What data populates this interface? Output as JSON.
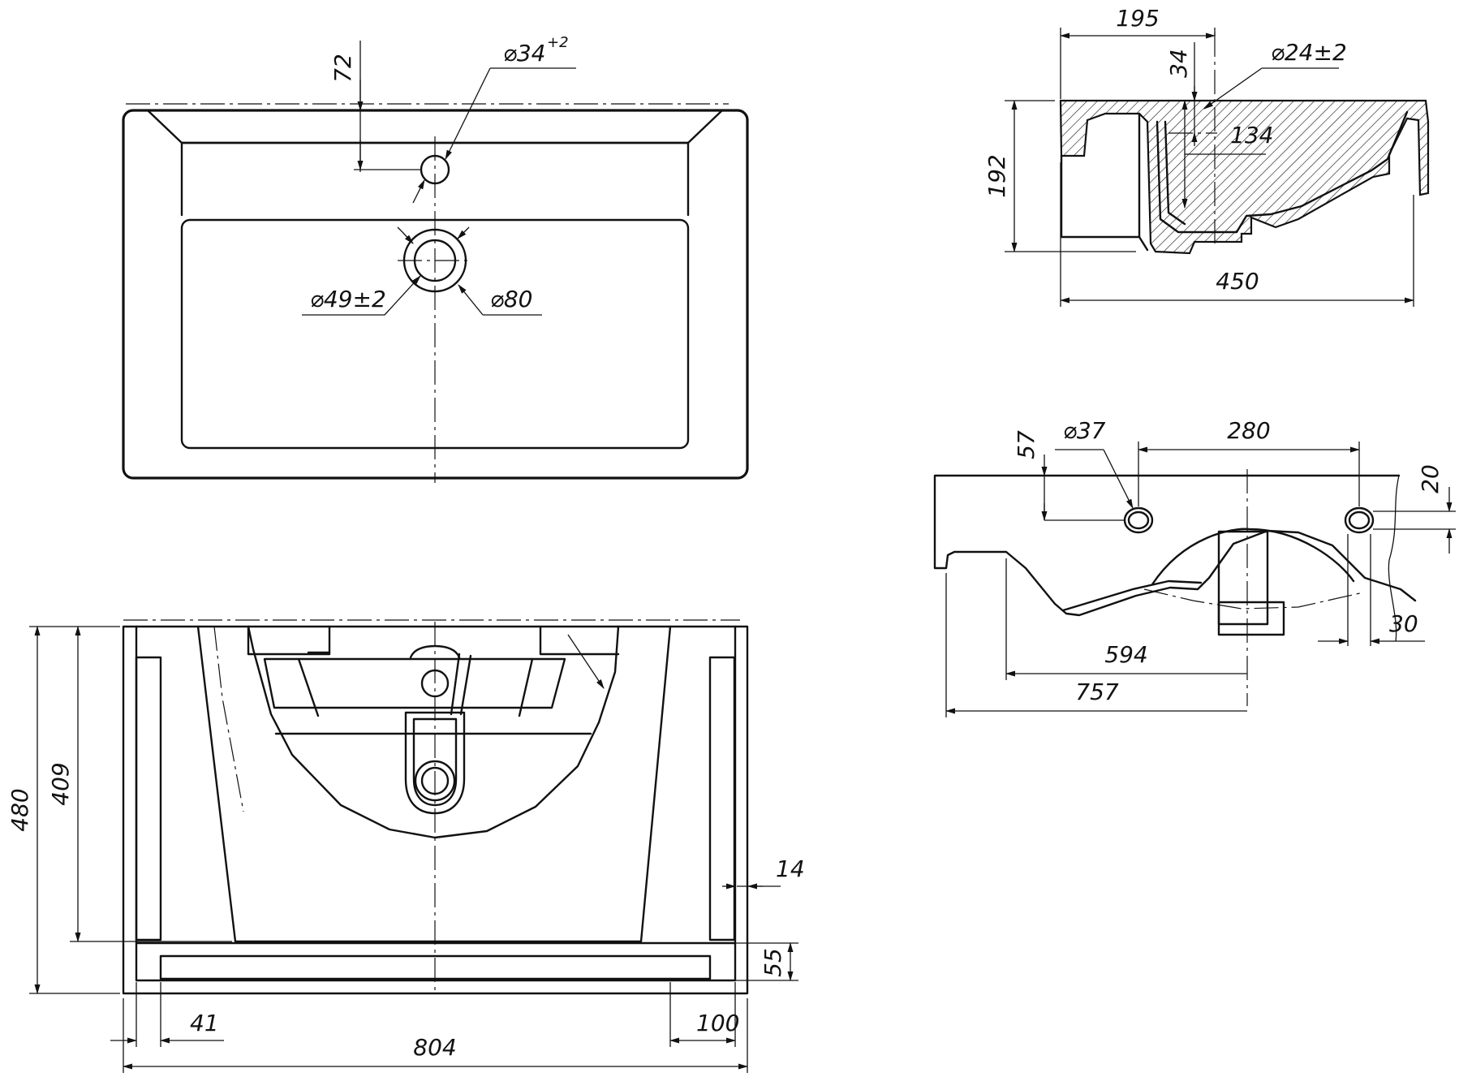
{
  "views": {
    "top": {
      "dims": {
        "tap_hole_offset": "72",
        "tap_hole_diameter": "⌀34",
        "tap_hole_tolerance": "+2",
        "drain_inner_diameter": "⌀49±2",
        "drain_outer_diameter": "⌀80"
      }
    },
    "side": {
      "dims": {
        "top_depth": "195",
        "rim_height": "34",
        "overflow_diameter": "⌀24±2",
        "overflow_depth": "134",
        "total_height": "192",
        "total_depth": "450"
      }
    },
    "front": {
      "dims": {
        "hole_height": "57",
        "hole_diameter": "⌀37",
        "hole_spacing": "280",
        "rim_offset": "20",
        "cutout_width": "594",
        "half_width": "757",
        "hole_slot": "30"
      }
    },
    "bottom": {
      "dims": {
        "total_depth": "480",
        "inner_depth": "409",
        "wall_thickness": "14",
        "front_rail": "55",
        "left_offset": "41",
        "right_offset": "100",
        "total_width": "804"
      }
    }
  }
}
